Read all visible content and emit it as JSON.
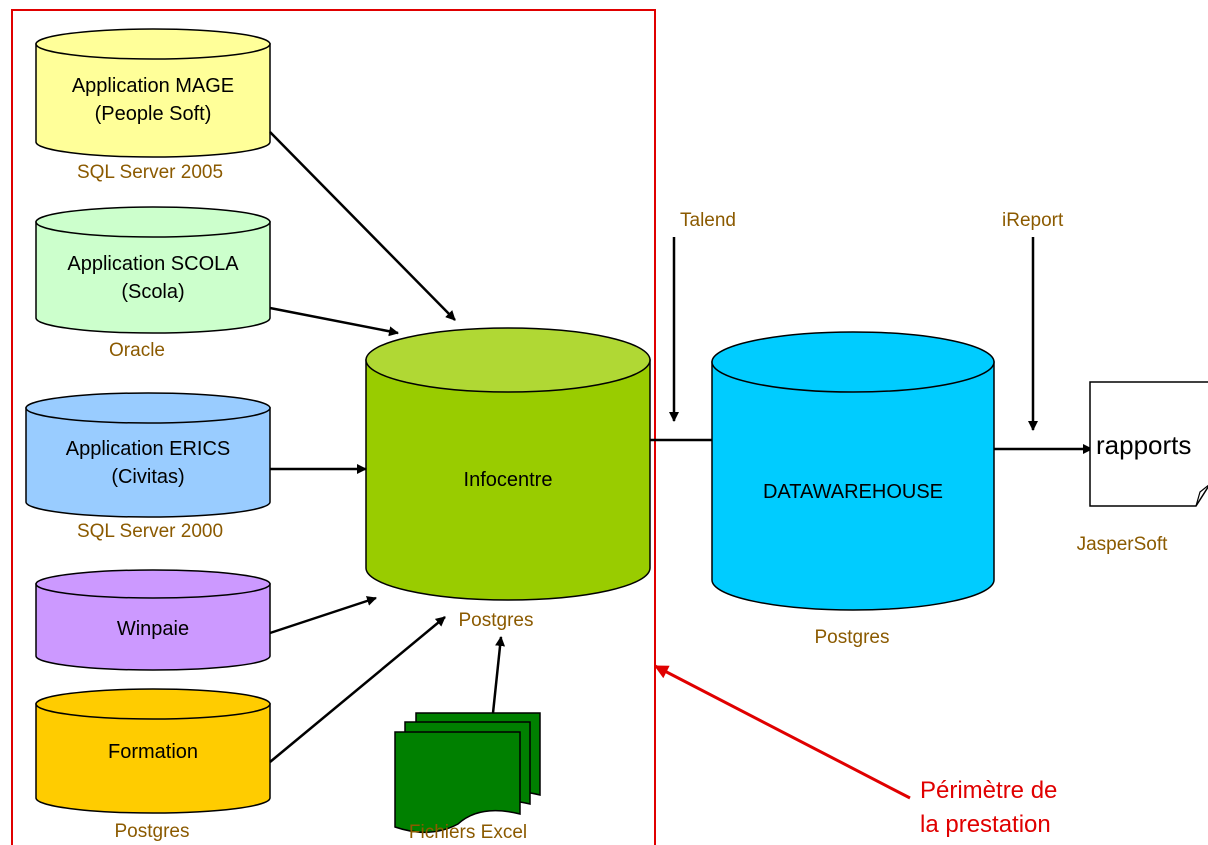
{
  "colors": {
    "mage": "#FFFF99",
    "scola": "#CCFFCC",
    "erics": "#99CCFF",
    "winpaie": "#CC99FF",
    "formation": "#FFCC00",
    "infocentre": "#99CC00",
    "datawarehouse": "#00CCFF",
    "excel": "#008000",
    "perimeter": "#E00000",
    "caption": "#8B5A00"
  },
  "sources": {
    "mage": {
      "line1": "Application MAGE",
      "line2": "(People Soft)",
      "caption": "SQL Server 2005"
    },
    "scola": {
      "line1": "Application SCOLA",
      "line2": "(Scola)",
      "caption": "Oracle"
    },
    "erics": {
      "line1": "Application ERICS",
      "line2": "(Civitas)",
      "caption": "SQL Server 2000"
    },
    "winpaie": {
      "label": "Winpaie"
    },
    "formation": {
      "label": "Formation",
      "caption": "Postgres"
    }
  },
  "infocentre": {
    "label": "Infocentre",
    "caption": "Postgres"
  },
  "excel": {
    "caption": "Fichiers Excel"
  },
  "datawarehouse": {
    "label": "DATAWAREHOUSE",
    "caption": "Postgres"
  },
  "tools": {
    "talend": "Talend",
    "ireport": "iReport"
  },
  "report": {
    "label": "rapports",
    "caption": "JasperSoft"
  },
  "perimeter": {
    "line1": "Périmètre de",
    "line2": "la prestation"
  }
}
